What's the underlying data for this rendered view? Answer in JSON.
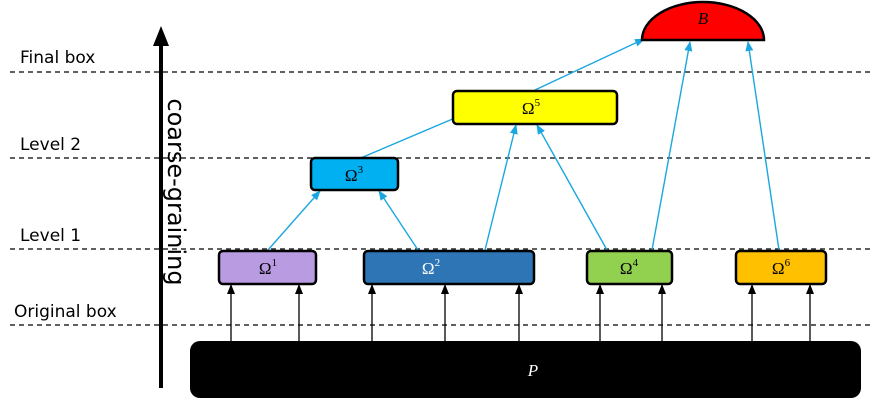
{
  "levels": {
    "final": "Final box",
    "level2": "Level 2",
    "level1": "Level 1",
    "original": "Original box"
  },
  "axis_label": "coarse-graining",
  "nodes": {
    "omega1": {
      "base": "Ω",
      "sup": "1",
      "color": "#b89be0"
    },
    "omega2": {
      "base": "Ω",
      "sup": "2",
      "color": "#2e75b6"
    },
    "omega3": {
      "base": "Ω",
      "sup": "3",
      "color": "#00b0f0"
    },
    "omega4": {
      "base": "Ω",
      "sup": "4",
      "color": "#92d050"
    },
    "omega5": {
      "base": "Ω",
      "sup": "5",
      "color": "#ffff00"
    },
    "omega6": {
      "base": "Ω",
      "sup": "6",
      "color": "#ffc000"
    },
    "B": {
      "label": "B",
      "color": "#ff0000"
    },
    "P": {
      "label": "P",
      "color": "#000000"
    }
  },
  "colors": {
    "arrow_blue": "#1aa7e0",
    "arrow_black": "#000000",
    "dashed_line": "#000000"
  }
}
